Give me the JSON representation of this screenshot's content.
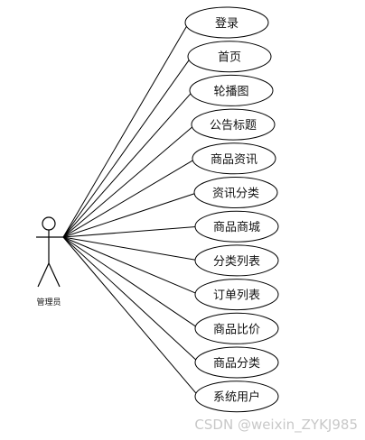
{
  "diagram": {
    "actor": {
      "label": "管理员"
    },
    "use_cases": [
      {
        "label": "登录"
      },
      {
        "label": "首页"
      },
      {
        "label": "轮播图"
      },
      {
        "label": "公告标题"
      },
      {
        "label": "商品资讯"
      },
      {
        "label": "资讯分类"
      },
      {
        "label": "商品商城"
      },
      {
        "label": "分类列表"
      },
      {
        "label": "订单列表"
      },
      {
        "label": "商品比价"
      },
      {
        "label": "商品分类"
      },
      {
        "label": "系统用户"
      }
    ]
  },
  "watermark": {
    "text": "CSDN @weixin_ZYKJ985"
  },
  "colors": {
    "stroke": "#000000",
    "background": "#ffffff",
    "watermark": "#c8c8c8"
  }
}
